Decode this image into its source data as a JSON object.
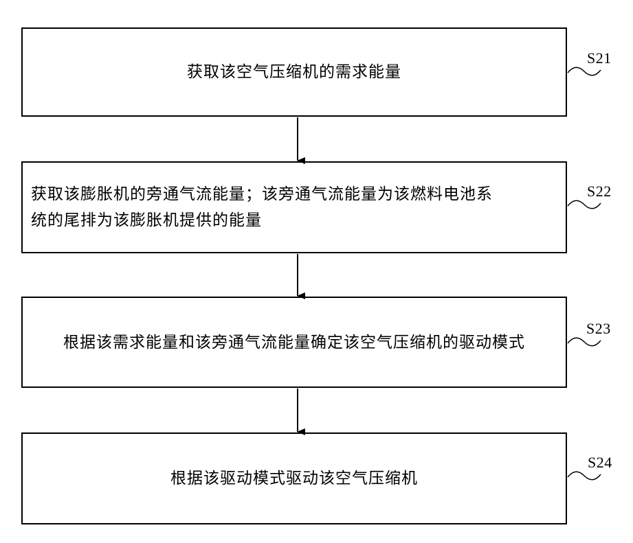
{
  "steps": [
    {
      "id": "S21",
      "text": "获取该空气压缩机的需求能量"
    },
    {
      "id": "S22",
      "line1": "获取该膨胀机的旁通气流能量；该旁通气流能量为该燃料电池系",
      "line2": "统的尾排为该膨胀机提供的能量"
    },
    {
      "id": "S23",
      "text": "根据该需求能量和该旁通气流能量确定该空气压缩机的驱动模式"
    },
    {
      "id": "S24",
      "text": "根据该驱动模式驱动该空气压缩机"
    }
  ]
}
